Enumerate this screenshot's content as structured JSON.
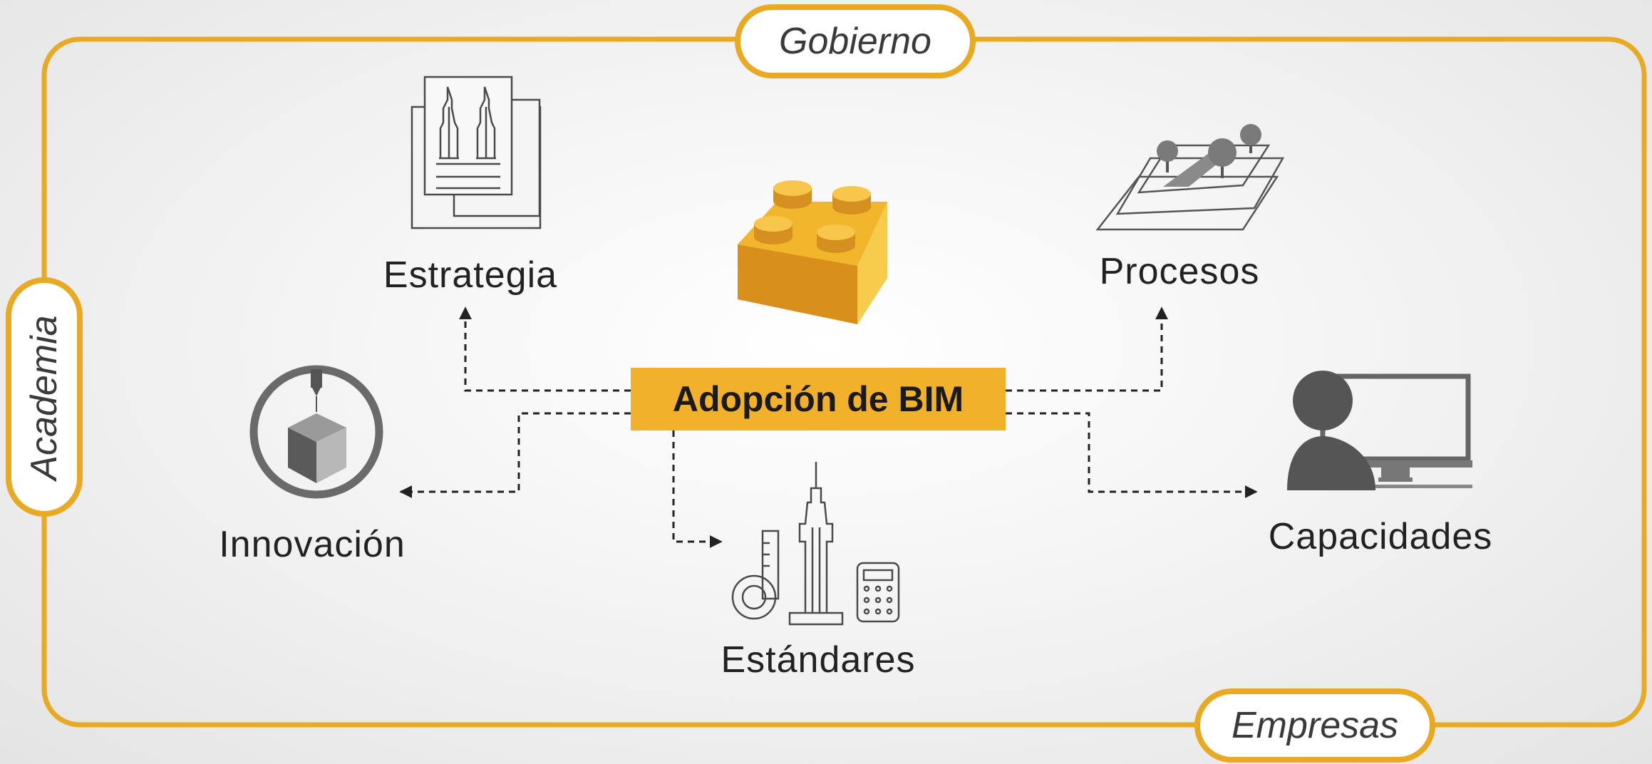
{
  "frame": {
    "top_label": "Gobierno",
    "left_label": "Academia",
    "bottom_label": "Empresas"
  },
  "center": {
    "label": "Adopción de BIM"
  },
  "nodes": {
    "estrategia": "Estrategia",
    "procesos": "Procesos",
    "innovacion": "Innovación",
    "estandares": "Estándares",
    "capacidades": "Capacidades"
  },
  "colors": {
    "accent": "#e8a923",
    "center_fill": "#f2b12b",
    "icon_gray": "#555555",
    "line": "#222222"
  },
  "icons": {
    "center": "lego-brick-icon",
    "estrategia": "blueprint-towers-icon",
    "procesos": "site-plan-icon",
    "innovacion": "3d-print-cube-icon",
    "estandares": "tools-skyscraper-icon",
    "capacidades": "user-computer-icon"
  }
}
